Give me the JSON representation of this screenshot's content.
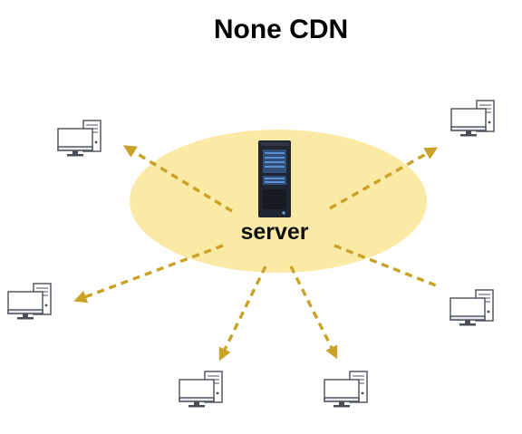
{
  "title": "None CDN",
  "server": {
    "label": "server",
    "icon": "server-rack-icon"
  },
  "clients": [
    {
      "name": "client-top-left",
      "icon": "desktop-computer-icon"
    },
    {
      "name": "client-top-right",
      "icon": "desktop-computer-icon"
    },
    {
      "name": "client-mid-left",
      "icon": "desktop-computer-icon"
    },
    {
      "name": "client-mid-right",
      "icon": "desktop-computer-icon"
    },
    {
      "name": "client-bottom-left",
      "icon": "desktop-computer-icon"
    },
    {
      "name": "client-bottom-right",
      "icon": "desktop-computer-icon"
    }
  ],
  "colors": {
    "halo": "#fbeaa6",
    "arrow": "#c9a227",
    "server_body": "#1f2631",
    "server_panel": "#3a6ea8"
  }
}
